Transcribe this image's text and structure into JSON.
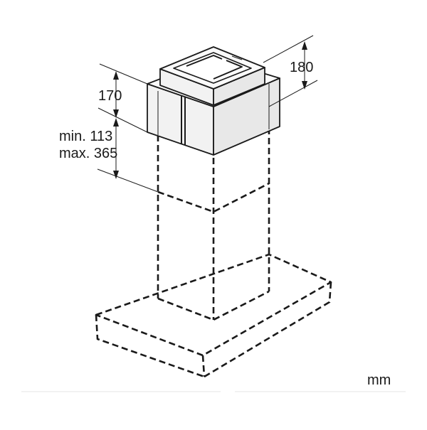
{
  "dimensions": {
    "top_height": "180",
    "box_height": "170",
    "range_min": "min. 113",
    "range_max": "max. 365"
  },
  "units": "mm",
  "colors": {
    "line": "#1a1a1a",
    "background": "#ffffff"
  }
}
